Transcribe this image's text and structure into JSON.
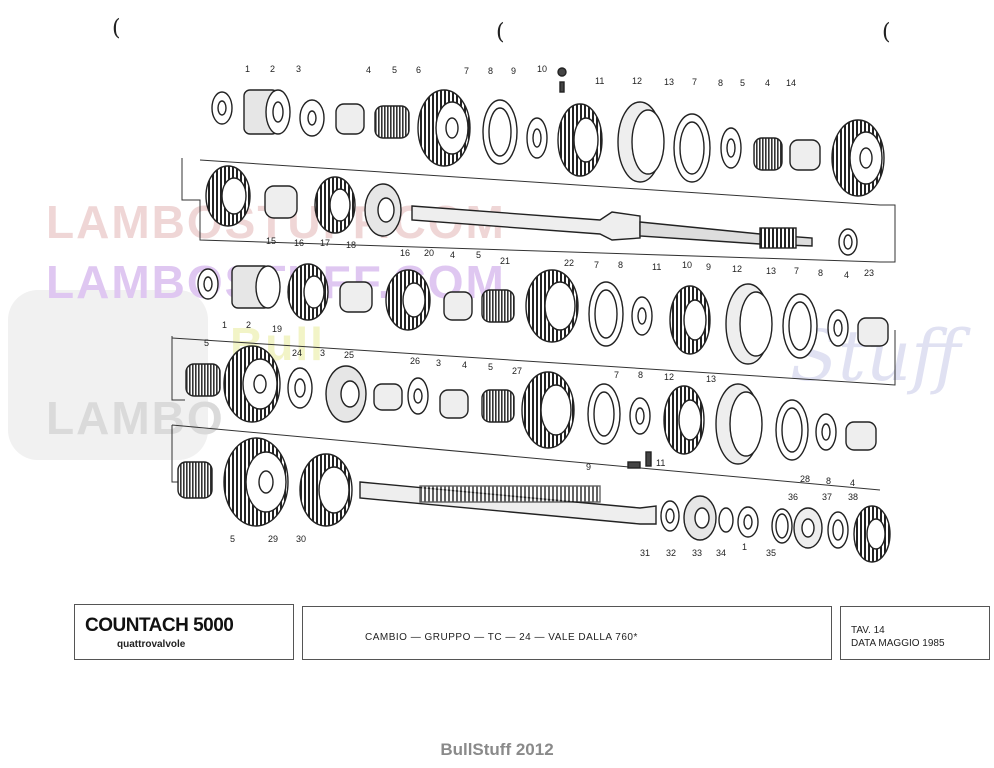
{
  "watermarks": {
    "line1": "LAMBOSTUFF.COM",
    "line2": "LAMBOSTUFF.COM",
    "line3": "Bull",
    "line4": "LAMBO",
    "script": "Stuff"
  },
  "title_block": {
    "model": "COUNTACH 5000",
    "model_sub": "quattrovalvole",
    "description": "CAMBIO — GRUPPO — TC — 24 — VALE DALLA 760*",
    "table": "TAV. 14",
    "date": "DATA MAGGIO 1985"
  },
  "footer": "BullStuff 2012",
  "parens": [
    "(",
    "(",
    "("
  ],
  "callouts": {
    "row1": [
      "1",
      "2",
      "3",
      "4",
      "5",
      "6",
      "7",
      "8",
      "9",
      "10",
      "11",
      "12",
      "13",
      "7",
      "8",
      "5",
      "4",
      "14"
    ],
    "row2": [
      "15",
      "16",
      "17",
      "18",
      "21",
      "23"
    ],
    "row3": [
      "1",
      "2",
      "19",
      "16",
      "20",
      "4",
      "5",
      "22",
      "7",
      "8",
      "11",
      "10",
      "9",
      "12",
      "13",
      "7",
      "8",
      "4"
    ],
    "row4": [
      "5",
      "24",
      "3",
      "25",
      "26",
      "3",
      "4",
      "5",
      "27",
      "7",
      "8",
      "12",
      "13",
      "28",
      "8",
      "4"
    ],
    "row5": [
      "9",
      "11",
      "5",
      "29",
      "30",
      "31",
      "32",
      "33",
      "34",
      "1",
      "35",
      "36",
      "37",
      "38"
    ]
  }
}
